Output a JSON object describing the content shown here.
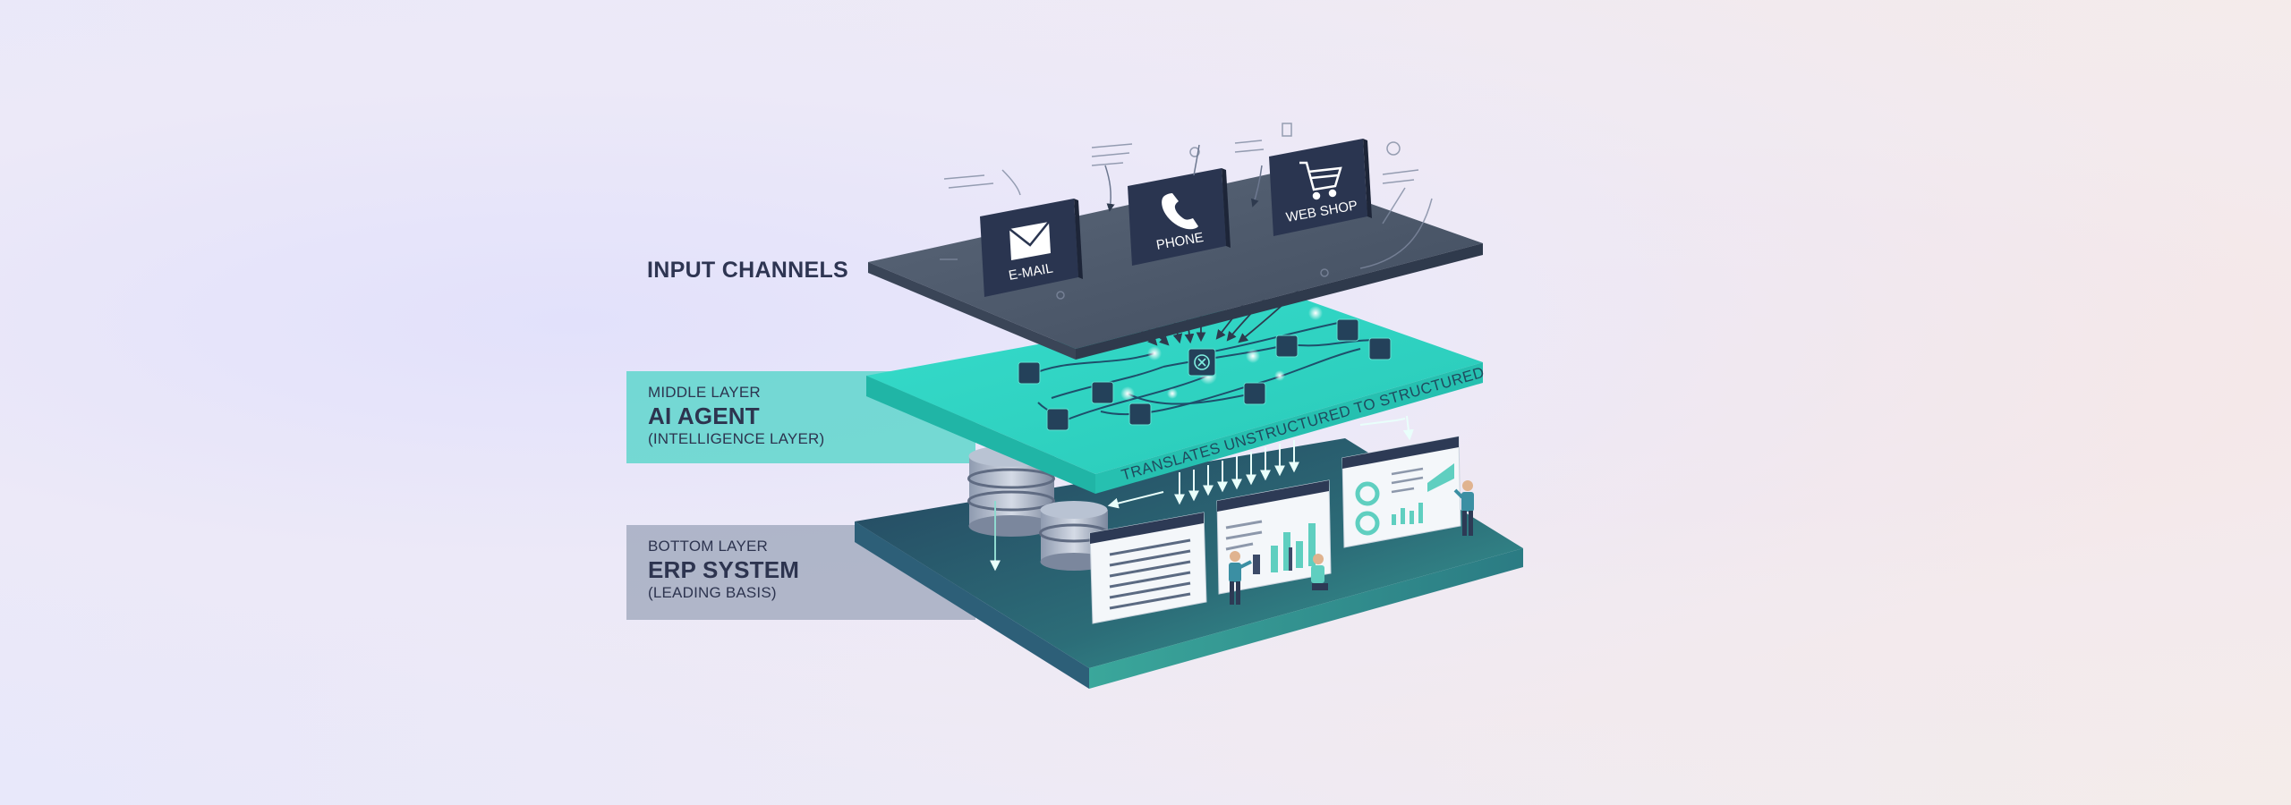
{
  "labels": {
    "input_channels": "INPUT CHANNELS",
    "middle": {
      "small": "MIDDLE LAYER",
      "title": "AI AGENT",
      "sub": "(INTELLIGENCE LAYER)"
    },
    "bottom": {
      "small": "BOTTOM LAYER",
      "title": "ERP SYSTEM",
      "sub": "(LEADING BASIS)"
    }
  },
  "channels": [
    {
      "label": "E-MAIL",
      "icon": "envelope-icon"
    },
    {
      "label": "PHONE",
      "icon": "phone-icon"
    },
    {
      "label": "WEB SHOP",
      "icon": "cart-icon"
    }
  ],
  "translate_text": "TRANSLATES UNSTRUCTURED TO STRUCTURED",
  "colors": {
    "top_slab": "#4d5a6b",
    "mid_slab": "#2fd6c5",
    "bottom_slab": "#2e6b7a",
    "navy": "#2d3a55",
    "accent": "#35c7b6"
  }
}
